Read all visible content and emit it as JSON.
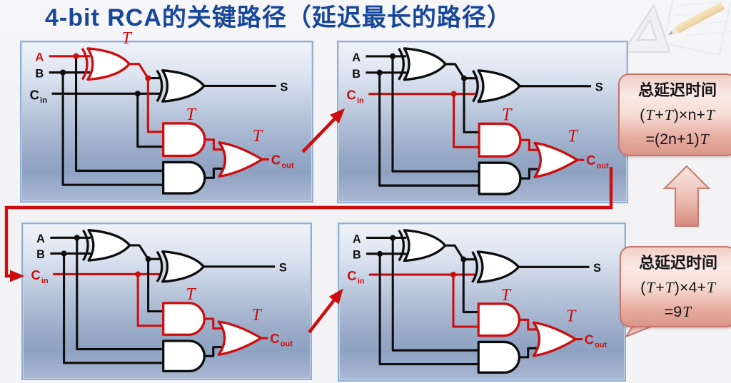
{
  "title": "4-bit RCA的关键路径（延迟最长的路径）",
  "panels": [
    {
      "name": "full-adder-bit1",
      "variant": "a",
      "delay_label": "T",
      "labels": {
        "a": "A",
        "b": "B",
        "cin": "C",
        "cin_sub": "in",
        "s": "S",
        "cout": "C",
        "cout_sub": "out"
      }
    },
    {
      "name": "full-adder-bit2",
      "variant": "b",
      "delay_label": "T",
      "labels": {
        "a": "A",
        "b": "B",
        "cin": "C",
        "cin_sub": "in",
        "s": "S",
        "cout": "C",
        "cout_sub": "out"
      }
    },
    {
      "name": "full-adder-bit3",
      "variant": "b",
      "delay_label": "T",
      "labels": {
        "a": "A",
        "b": "B",
        "cin": "C",
        "cin_sub": "in",
        "s": "S",
        "cout": "C",
        "cout_sub": "out"
      }
    },
    {
      "name": "full-adder-bit4",
      "variant": "b",
      "delay_label": "T",
      "labels": {
        "a": "A",
        "b": "B",
        "cin": "C",
        "cin_sub": "in",
        "s": "S",
        "cout": "C",
        "cout_sub": "out"
      }
    }
  ],
  "callouts": [
    {
      "name": "general-total-delay",
      "lines": [
        "总延迟时间",
        "(T+T)×n+T",
        "=(2n+1)T"
      ]
    },
    {
      "name": "four-bit-total-delay",
      "lines": [
        "总延迟时间",
        "(T+T)×4+T",
        "=9T"
      ]
    }
  ],
  "colors": {
    "red": "#cc0e0e",
    "black": "#0d0d0d",
    "title_blue": "#17479a",
    "panel_border": "#8fafd3",
    "bubble_border": "#c4766c",
    "bubble_pink": "#f2cfc8"
  }
}
